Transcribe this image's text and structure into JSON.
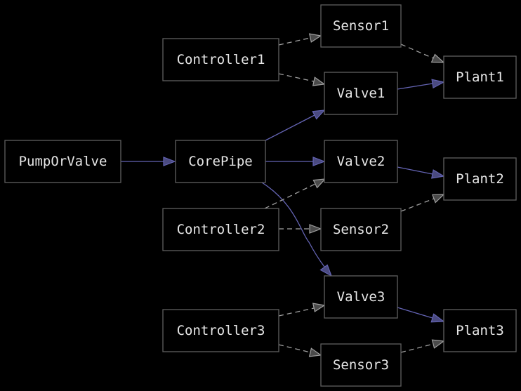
{
  "diagram": {
    "colors": {
      "background": "#000000",
      "node_border": "#5f5f5f",
      "node_text": "#e6e6e6",
      "flow_edge": "#6464b4",
      "control_edge": "#a0a0a0"
    },
    "nodes": {
      "pumporvalve": "PumpOrValve",
      "corepipe": "CorePipe",
      "controller1": "Controller1",
      "controller2": "Controller2",
      "controller3": "Controller3",
      "sensor1": "Sensor1",
      "sensor2": "Sensor2",
      "sensor3": "Sensor3",
      "valve1": "Valve1",
      "valve2": "Valve2",
      "valve3": "Valve3",
      "plant1": "Plant1",
      "plant2": "Plant2",
      "plant3": "Plant3"
    },
    "edges": [
      {
        "from": "PumpOrValve",
        "to": "CorePipe",
        "style": "solid"
      },
      {
        "from": "CorePipe",
        "to": "Valve1",
        "style": "solid"
      },
      {
        "from": "CorePipe",
        "to": "Valve2",
        "style": "solid"
      },
      {
        "from": "CorePipe",
        "to": "Valve3",
        "style": "solid"
      },
      {
        "from": "Valve1",
        "to": "Plant1",
        "style": "solid"
      },
      {
        "from": "Valve2",
        "to": "Plant2",
        "style": "solid"
      },
      {
        "from": "Valve3",
        "to": "Plant3",
        "style": "solid"
      },
      {
        "from": "Controller1",
        "to": "Sensor1",
        "style": "dashed"
      },
      {
        "from": "Controller1",
        "to": "Valve1",
        "style": "dashed"
      },
      {
        "from": "Sensor1",
        "to": "Plant1",
        "style": "dashed"
      },
      {
        "from": "Controller2",
        "to": "Valve2",
        "style": "dashed"
      },
      {
        "from": "Controller2",
        "to": "Sensor2",
        "style": "dashed"
      },
      {
        "from": "Sensor2",
        "to": "Plant2",
        "style": "dashed"
      },
      {
        "from": "Controller3",
        "to": "Valve3",
        "style": "dashed"
      },
      {
        "from": "Controller3",
        "to": "Sensor3",
        "style": "dashed"
      },
      {
        "from": "Sensor3",
        "to": "Plant3",
        "style": "dashed"
      }
    ]
  }
}
